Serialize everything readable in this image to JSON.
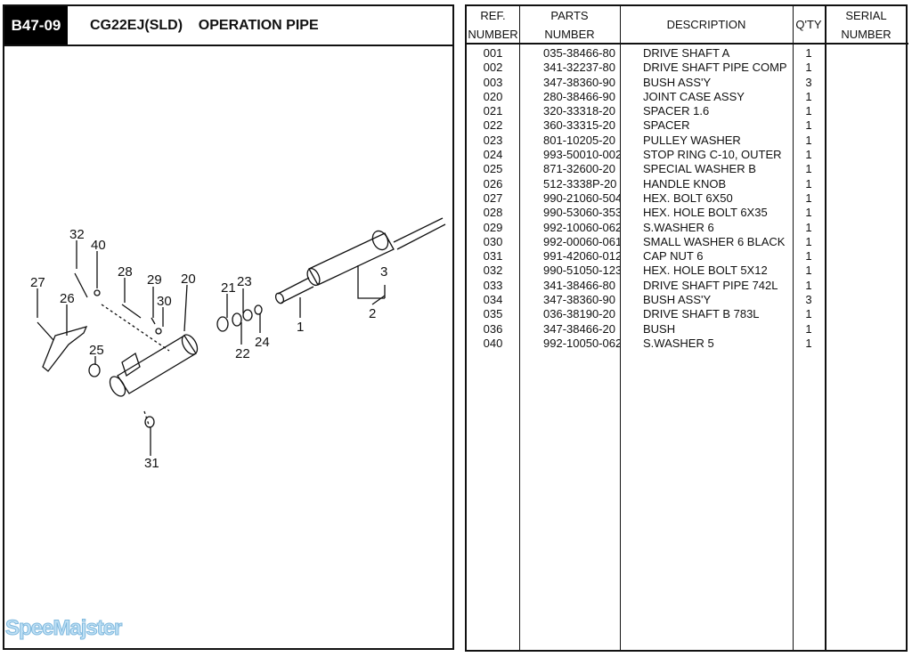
{
  "header": {
    "code": "B47-09",
    "title": "CG22EJ(SLD)    OPERATION PIPE"
  },
  "watermark": "SpeeMajster",
  "diagram": {
    "callouts": [
      "32",
      "40",
      "28",
      "29",
      "20",
      "21",
      "23",
      "3",
      "27",
      "26",
      "30",
      "1",
      "2",
      "24",
      "25",
      "22",
      "31"
    ]
  },
  "table": {
    "headers": {
      "ref": [
        "REF.",
        "NUMBER"
      ],
      "parts": [
        "PARTS",
        "NUMBER"
      ],
      "description": "DESCRIPTION",
      "qty": "Q'TY",
      "serial": [
        "SERIAL",
        "NUMBER"
      ]
    },
    "rows": [
      {
        "ref": "001",
        "part": "035-38466-80",
        "desc": "DRIVE SHAFT A",
        "qty": "1"
      },
      {
        "ref": "002",
        "part": "341-32237-80",
        "desc": "DRIVE SHAFT PIPE COMP",
        "qty": "1"
      },
      {
        "ref": "003",
        "part": "347-38360-90",
        "desc": "BUSH ASS'Y",
        "qty": "3"
      },
      {
        "ref": "020",
        "part": "280-38466-90",
        "desc": "JOINT CASE ASSY",
        "qty": "1"
      },
      {
        "ref": "021",
        "part": "320-33318-20",
        "desc": "SPACER 1.6",
        "qty": "1"
      },
      {
        "ref": "022",
        "part": "360-33315-20",
        "desc": "SPACER",
        "qty": "1"
      },
      {
        "ref": "023",
        "part": "801-10205-20",
        "desc": "PULLEY WASHER",
        "qty": "1"
      },
      {
        "ref": "024",
        "part": "993-50010-002",
        "desc": "STOP RING C-10, OUTER",
        "qty": "1"
      },
      {
        "ref": "025",
        "part": "871-32600-20",
        "desc": "SPECIAL WASHER B",
        "qty": "1"
      },
      {
        "ref": "026",
        "part": "512-3338P-20",
        "desc": "HANDLE KNOB",
        "qty": "1"
      },
      {
        "ref": "027",
        "part": "990-21060-504",
        "desc": "HEX. BOLT 6X50",
        "qty": "1"
      },
      {
        "ref": "028",
        "part": "990-53060-353",
        "desc": "HEX. HOLE BOLT 6X35",
        "qty": "1"
      },
      {
        "ref": "029",
        "part": "992-10060-062",
        "desc": "S.WASHER 6",
        "qty": "1"
      },
      {
        "ref": "030",
        "part": "992-00060-061",
        "desc": "SMALL WASHER 6 BLACK",
        "qty": "1"
      },
      {
        "ref": "031",
        "part": "991-42060-012",
        "desc": "CAP NUT 6",
        "qty": "1"
      },
      {
        "ref": "032",
        "part": "990-51050-123",
        "desc": "HEX. HOLE BOLT 5X12",
        "qty": "1"
      },
      {
        "ref": "033",
        "part": "341-38466-80",
        "desc": "DRIVE SHAFT PIPE 742L",
        "qty": "1"
      },
      {
        "ref": "034",
        "part": "347-38360-90",
        "desc": "BUSH ASS'Y",
        "qty": "3"
      },
      {
        "ref": "035",
        "part": "036-38190-20",
        "desc": "DRIVE SHAFT B 783L",
        "qty": "1"
      },
      {
        "ref": "036",
        "part": "347-38466-20",
        "desc": "BUSH",
        "qty": "1"
      },
      {
        "ref": "040",
        "part": "992-10050-062",
        "desc": "S.WASHER 5",
        "qty": "1"
      }
    ]
  }
}
